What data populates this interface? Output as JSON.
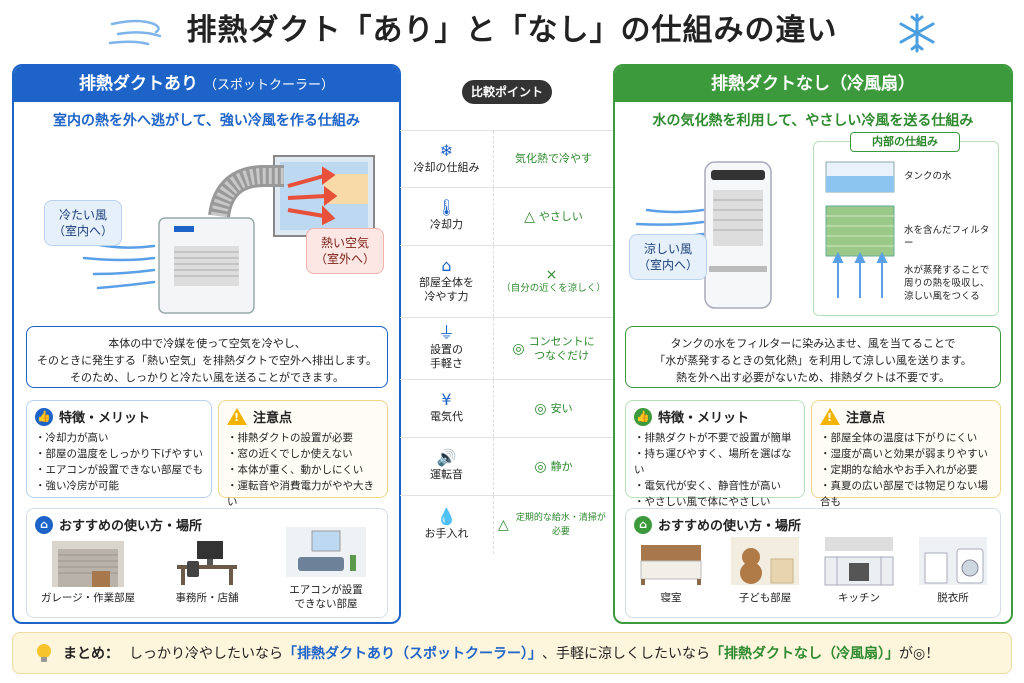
{
  "title": "排熱ダクト「あり」と「なし」の仕組みの違い",
  "left": {
    "header": "排熱ダクトあり",
    "header_sub": "（スポットクーラー）",
    "subtitle": "室内の熱を外へ逃がして、強い冷風を作る仕組み",
    "bubble_cool_line1": "冷たい風",
    "bubble_cool_line2": "（室内へ）",
    "bubble_hot_line1": "熱い空気",
    "bubble_hot_line2": "（室外へ）",
    "desc_lines": [
      "本体の中で冷媒を使って空気を冷やし、",
      "そのときに発生する「熱い空気」を排熱ダクトで空外へ排出します。",
      "そのため、しっかりと冷たい風を送ることができます。"
    ],
    "merit_title": "特徴・メリット",
    "merits": [
      "冷却力が高い",
      "部屋の温度をしっかり下げやすい",
      "エアコンが設置できない部屋でも",
      "強い冷房が可能"
    ],
    "caution_title": "注意点",
    "cautions": [
      "排熱ダクトの設置が必要",
      "窓の近くでしか使えない",
      "本体が重く、動かしにくい",
      "運転音や消費電力がやや大きい"
    ],
    "places_title": "おすすめの使い方・場所",
    "places": [
      "ガレージ・作業部屋",
      "事務所・店舗",
      "エアコンが設置",
      "できない部屋"
    ]
  },
  "mid": {
    "head": "比較ポイント",
    "rows": [
      {
        "label": "冷却の仕組み",
        "icon": "❄",
        "value": "気化熱で冷やす",
        "mark": ""
      },
      {
        "label": "冷却力",
        "icon": "🌡",
        "value": "やさしい",
        "mark": "△"
      },
      {
        "label": "部屋全体を",
        "label2": "冷やす力",
        "icon": "⌂",
        "value": "（自分の近くを涼しく）",
        "mark": "×"
      },
      {
        "label": "設置の",
        "label2": "手軽さ",
        "icon": "⏚",
        "value": "コンセントに",
        "value2": "つなぐだけ",
        "mark": "◎"
      },
      {
        "label": "電気代",
        "icon": "¥",
        "value": "安い",
        "mark": "◎"
      },
      {
        "label": "運転音",
        "icon": "🔊",
        "value": "静か",
        "mark": "◎"
      },
      {
        "label": "お手入れ",
        "icon": "💧",
        "value": "定期的な給水・清掃が必要",
        "mark": "△"
      }
    ]
  },
  "right": {
    "header": "排熱ダクトなし",
    "header_sub": "（冷風扇）",
    "subtitle": "水の気化熱を利用して、やさしい冷風を送る仕組み",
    "bubble_line1": "涼しい風",
    "bubble_line2": "（室内へ）",
    "inner_head": "内部の仕組み",
    "inner_labels": [
      "タンクの水",
      "水を含んだフィルター",
      "水が蒸発することで",
      "周りの熱を吸収し、",
      "涼しい風をつくる"
    ],
    "desc_lines": [
      "タンクの水をフィルターに染み込ませ、風を当てることで",
      "「水が蒸発するときの気化熱」を利用して涼しい風を送ります。",
      "熱を外へ出す必要がないため、排熱ダクトは不要です。"
    ],
    "merit_title": "特徴・メリット",
    "merits": [
      "排熱ダクトが不要で設置が簡単",
      "持ち運びやすく、場所を選ばない",
      "電気代が安く、静音性が高い",
      "やさしい風で体にやさしい"
    ],
    "caution_title": "注意点",
    "cautions": [
      "部屋全体の温度は下がりにくい",
      "湿度が高いと効果が弱まりやすい",
      "定期的な給水やお手入れが必要",
      "真夏の広い部屋では物足りない場合も"
    ],
    "places_title": "おすすめの使い方・場所",
    "places": [
      "寝室",
      "子ども部屋",
      "キッチン",
      "脱衣所"
    ]
  },
  "summary": {
    "lead": "まとめ：",
    "part1": "しっかり冷やしたいなら",
    "hl1": "「排熱ダクトあり（スポットクーラー）」",
    "part2": "、手軽に涼しくしたいなら",
    "hl2": "「排熱ダクトなし（冷風扇）」",
    "part3": "が◎！"
  },
  "colors": {
    "blue": "#1e64c8",
    "green": "#3c9a3c",
    "hot": "#e8503a",
    "cool": "#5aa0e6"
  }
}
